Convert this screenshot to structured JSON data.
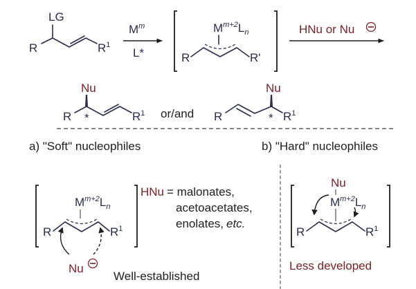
{
  "scheme": {
    "reactant": {
      "leaving_group": "LG",
      "sub_left": "R",
      "sub_right": "R",
      "sub_right_sup": "1"
    },
    "step1": {
      "reagent_top": "M",
      "reagent_top_sup": "m",
      "reagent_bottom": "L*"
    },
    "intermediate": {
      "metal": "M",
      "metal_sup": "m+2",
      "ligand": "L",
      "ligand_sub": "n",
      "sub_left": "R",
      "sub_right": "R'"
    },
    "step2": {
      "reagent": "HNu or Nu",
      "charge": "−"
    },
    "product1": {
      "nucleophile": "Nu",
      "sub_left": "R",
      "stereo": "*",
      "sub_right": "R",
      "sub_right_sup": "1"
    },
    "connector": "or/and",
    "product2": {
      "nucleophile": "Nu",
      "sub_left": "R",
      "stereo": "*",
      "sub_right": "R",
      "sub_right_sup": "1"
    }
  },
  "panel_a": {
    "title": "a) \"Soft\" nucleophiles",
    "complex": {
      "metal": "M",
      "metal_sup": "m+2",
      "ligand": "L",
      "ligand_sub": "n",
      "sub_left": "R",
      "sub_right": "R",
      "sub_right_sup": "1"
    },
    "hnu_label": "HNu",
    "hnu_equals": "= malonates,",
    "hnu_line2": "acetoacetates,",
    "hnu_line3": "enolates,",
    "hnu_etc": "etc.",
    "nucleophile": "Nu",
    "status": "Well-established"
  },
  "panel_b": {
    "title": "b) \"Hard\" nucleophiles",
    "complex": {
      "nucleophile": "Nu",
      "metal": "M",
      "metal_sup": "m+2",
      "ligand": "L",
      "ligand_sub": "n",
      "sub_left": "R",
      "sub_right": "R",
      "sub_right_sup": "1"
    },
    "status": "Less developed"
  },
  "colors": {
    "structure": "#2a2d4f",
    "accent": "#7e2027",
    "text": "#1e1e1e"
  }
}
